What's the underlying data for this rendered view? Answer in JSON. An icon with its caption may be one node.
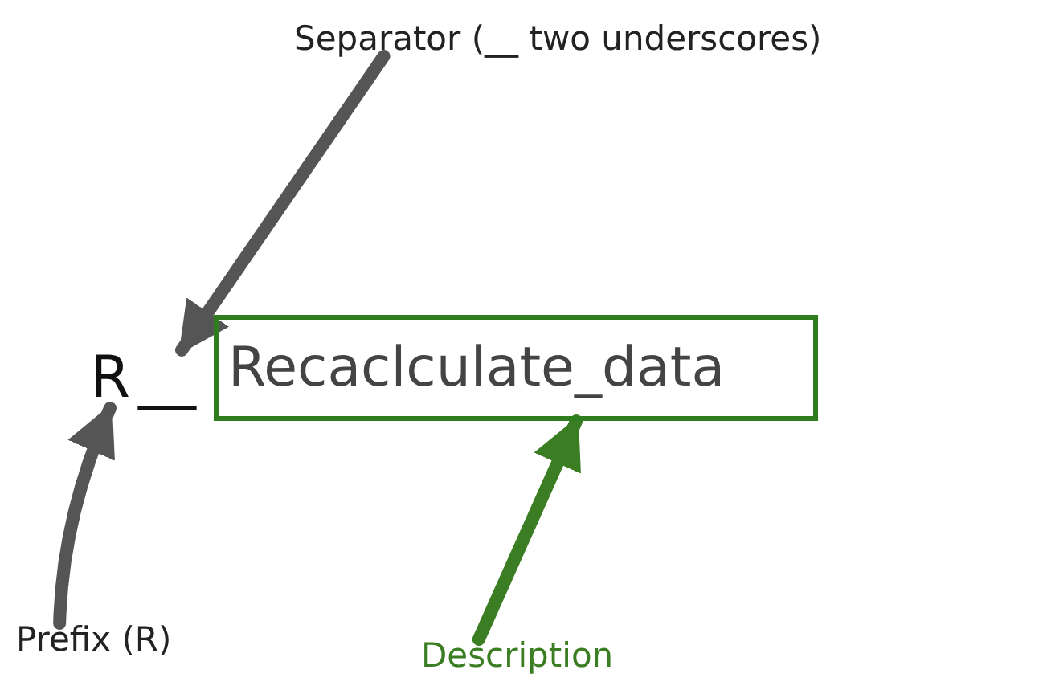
{
  "diagram": {
    "nodes": [
      {
        "text": [
          "Separator (__ two underscores)"
        ]
      },
      {
        "text": [
          "R"
        ]
      },
      {
        "text": [
          "__"
        ]
      },
      {
        "text": [
          "Recaclculate_data"
        ]
      },
      {
        "text": [
          "Prefix (R)"
        ]
      },
      {
        "text": [
          "Description"
        ]
      }
    ],
    "edges": [
      {
        "from": 0,
        "to": 2,
        "arrow": "to"
      },
      {
        "from": 4,
        "to": 1,
        "arrow": "to"
      },
      {
        "from": 5,
        "to": 3,
        "arrow": "to",
        "color": "#3a7d22"
      }
    ]
  }
}
